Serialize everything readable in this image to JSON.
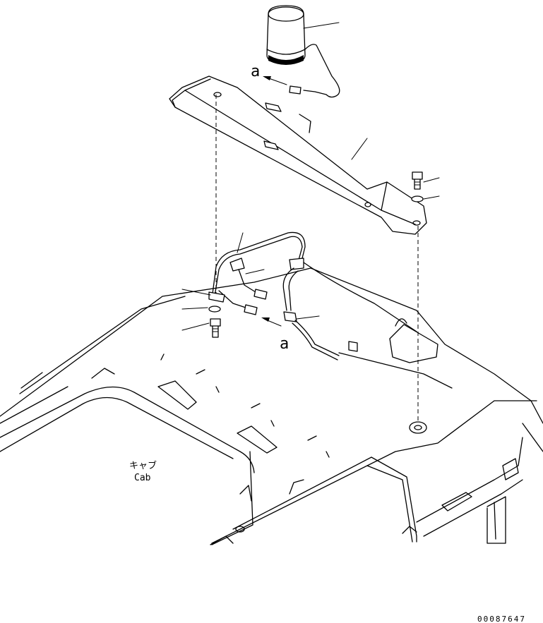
{
  "labels": {
    "ref_top": "a",
    "ref_bottom": "a",
    "cab_jp": "キャブ",
    "cab_en": "Cab",
    "drawing_number": "00087647"
  }
}
